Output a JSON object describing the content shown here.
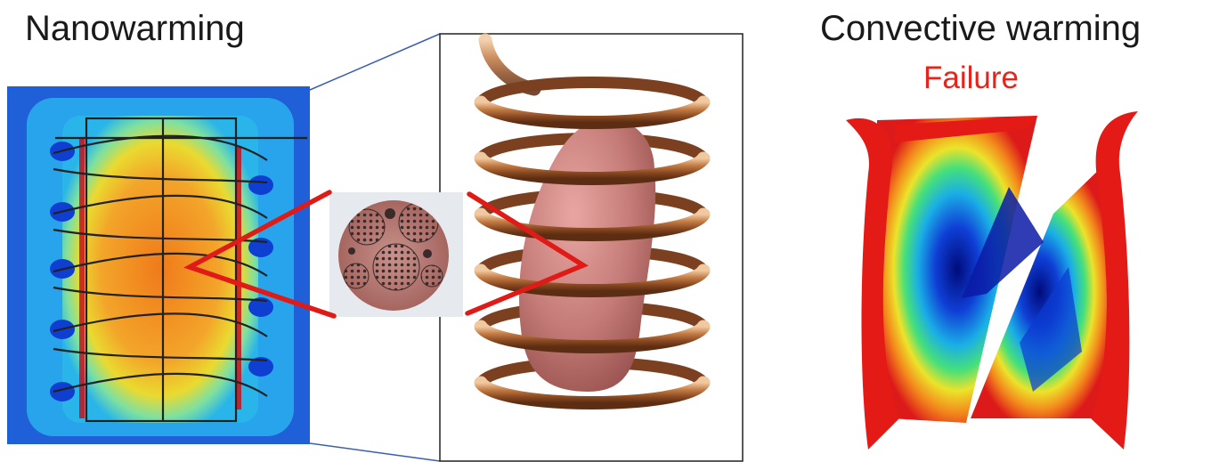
{
  "left_panel": {
    "title": "Nanowarming"
  },
  "right_panel": {
    "title": "Convective warming",
    "status": "Failure"
  },
  "colors": {
    "failure": "#e8231b",
    "coil_copper": "#b5683a",
    "tissue": "#c98682",
    "heatmap_blue": "#1f5fd8",
    "heatmap_red": "#d8141c"
  }
}
